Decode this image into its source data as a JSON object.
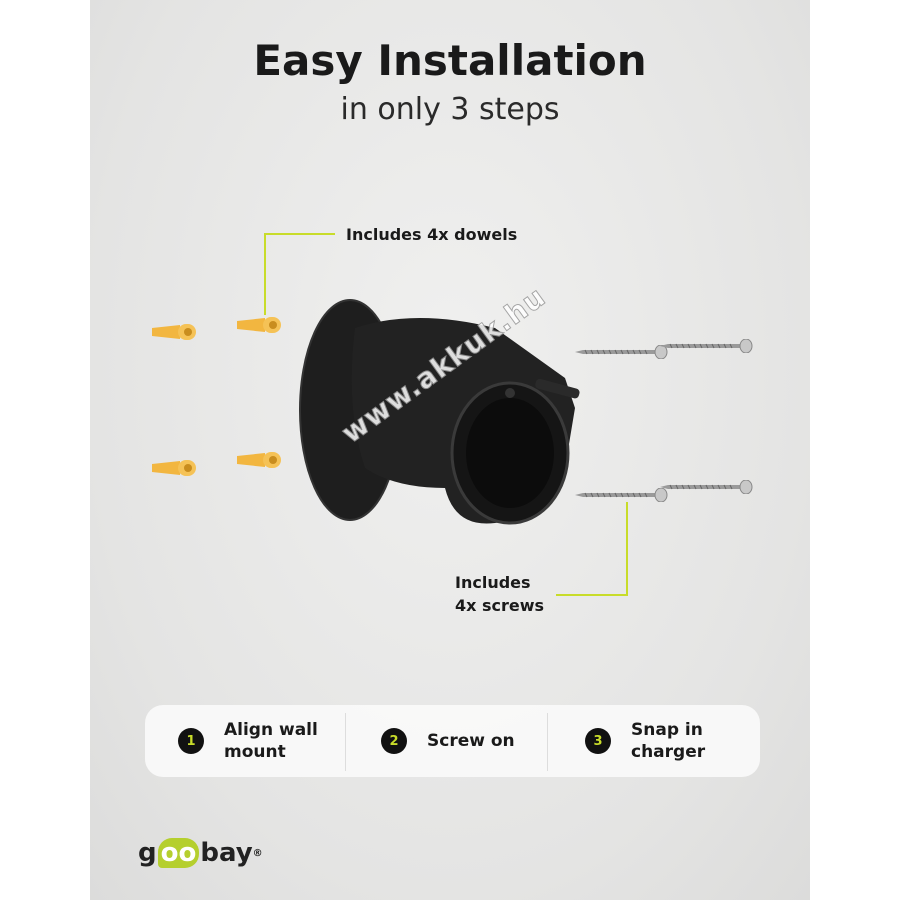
{
  "header": {
    "title": "Easy Installation",
    "subtitle": "in only 3 steps"
  },
  "callouts": {
    "dowels": "Includes 4x dowels",
    "screws_line1": "Includes",
    "screws_line2": "4x screws"
  },
  "steps": [
    {
      "number": "1",
      "label": "Align wall\nmount"
    },
    {
      "number": "2",
      "label": "Screw on"
    },
    {
      "number": "3",
      "label": "Snap in\ncharger"
    }
  ],
  "brand": {
    "logo_text": "goobay",
    "logo_pre": "g",
    "logo_oo": "oo",
    "logo_post": "bay",
    "trademark": "®"
  },
  "watermark": "www.akkuk.hu",
  "colors": {
    "accent": "#c8dc2a",
    "dowel": "#f2b640",
    "product": "#1c1c1c"
  }
}
